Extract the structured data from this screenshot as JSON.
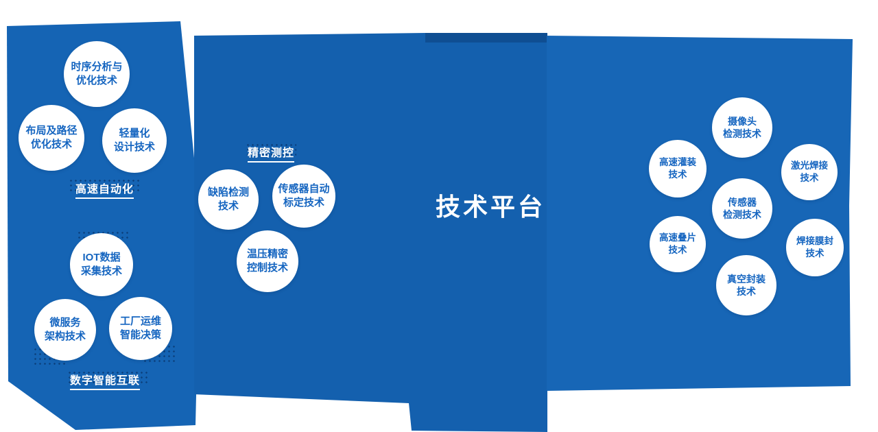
{
  "center_title": "技术平台",
  "groups": {
    "automation": {
      "label": "高速自动化",
      "circles": [
        {
          "text": "时序分析与\n优化技术"
        },
        {
          "text": "布局及路径\n优化技术"
        },
        {
          "text": "轻量化\n设计技术"
        }
      ]
    },
    "digital": {
      "label": "数字智能互联",
      "circles": [
        {
          "text": "IOT数据\n采集技术"
        },
        {
          "text": "微服务\n架构技术"
        },
        {
          "text": "工厂运维\n智能决策"
        }
      ]
    },
    "precision": {
      "label": "精密测控",
      "circles": [
        {
          "text": "缺陷检测\n技术"
        },
        {
          "text": "传感器自动\n标定技术"
        },
        {
          "text": "温压精密\n控制技术"
        }
      ]
    },
    "right": {
      "circles": [
        {
          "text": "摄像头\n检测技术"
        },
        {
          "text": "高速灌装\n技术"
        },
        {
          "text": "激光焊接\n技术"
        },
        {
          "text": "传感器\n检测技术"
        },
        {
          "text": "高速叠片\n技术"
        },
        {
          "text": "焊接膜封\n技术"
        },
        {
          "text": "真空封装\n技术"
        }
      ]
    }
  },
  "colors": {
    "background_blue": "#1460ae",
    "background_blue_left": "#1564b4",
    "background_blue_right": "#1766b6",
    "circle_text_blue": "#1565c0",
    "dot_decoration_navy": "#0b3d78",
    "white": "#ffffff"
  }
}
